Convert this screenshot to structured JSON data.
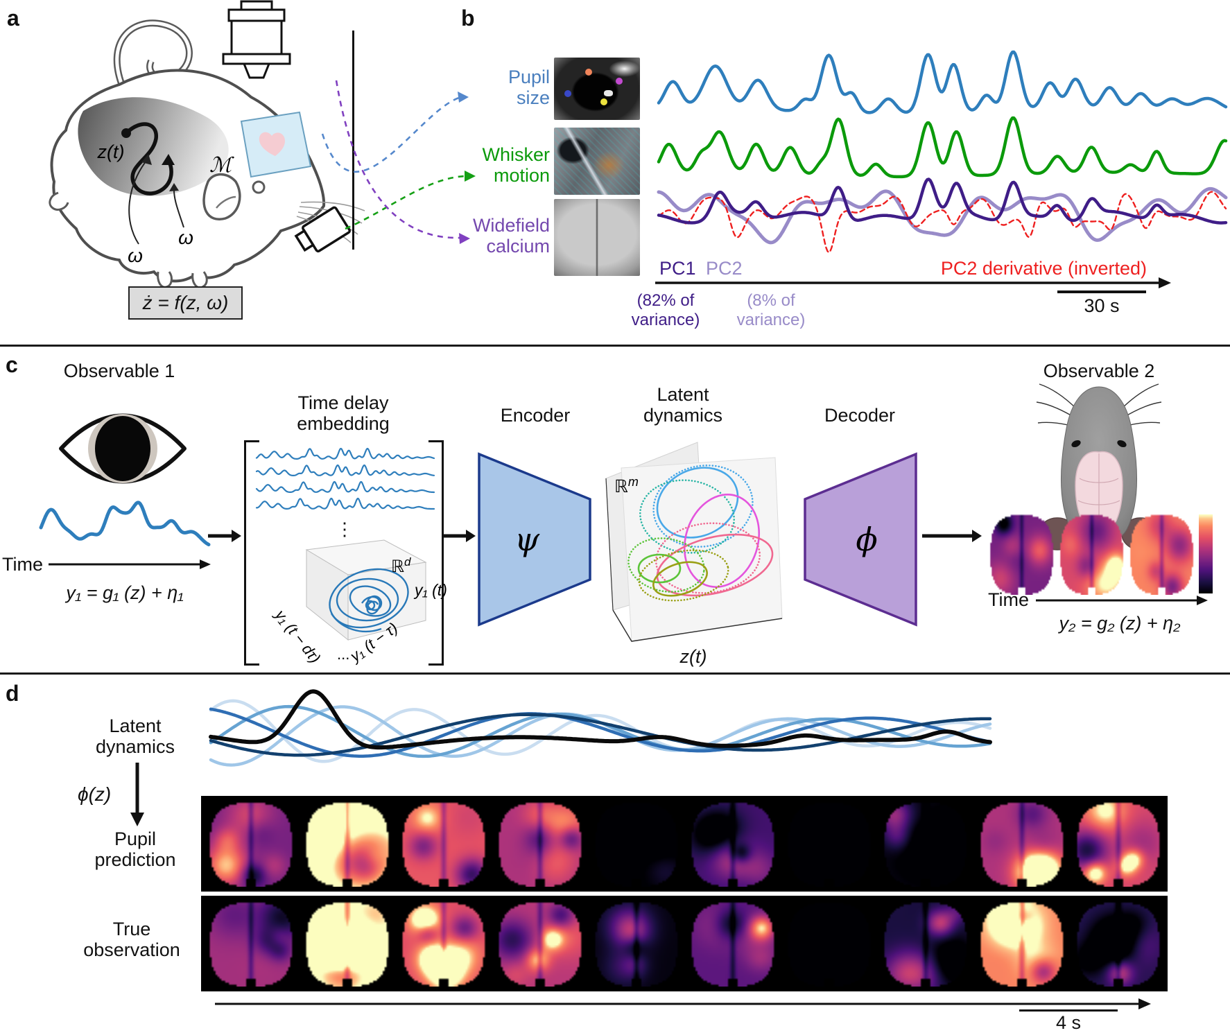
{
  "panel_a": {
    "label": "a",
    "z_of_t": "z(t)",
    "manifold": "ℳ",
    "omega_1": "ω",
    "omega_2": "ω",
    "equation": "ż = f(z, ω)"
  },
  "panel_b": {
    "label": "b",
    "signals": [
      {
        "label": "Pupil size",
        "color": "#4a7fbe"
      },
      {
        "label": "Whisker motion",
        "color": "#0b9a0b"
      },
      {
        "label": "Widefield calcium",
        "color": "#7448ae"
      }
    ],
    "pc1": "PC1",
    "pc2": "PC2",
    "deriv_label": "PC2 derivative (inverted)",
    "variance_pc1": "(82% of variance)",
    "variance_pc2": "(8% of variance)",
    "scale_bar": "30 s"
  },
  "panel_c": {
    "label": "c",
    "observable1": "Observable 1",
    "observable2": "Observable 2",
    "tde_title": "Time delay embedding",
    "encoder": "Encoder",
    "latent": "Latent dynamics",
    "decoder": "Decoder",
    "psi": "ψ",
    "phi": "ϕ",
    "r_base": "ℝ",
    "r_exp_d": "d",
    "r_exp_m": "m",
    "y1t": "y₁ (t)",
    "axis_left": "y₁ (t − dτ)",
    "axis_dots": "...",
    "axis_right": "y₁ (t − τ)",
    "vdots": "⋮",
    "z_of_t": "z(t)",
    "time1": "Time",
    "eq1": "y₁ = g₁ (z) + η₁",
    "time2": "Time",
    "eq2": "y₂ = g₂ (z) + η₂"
  },
  "panel_d": {
    "label": "d",
    "latent": "Latent dynamics",
    "phi_z": "ϕ(z)",
    "pupil_pred": "Pupil prediction",
    "true_obs": "True observation",
    "scale_bar": "4 s"
  },
  "colors": {
    "blue_trace": "#2e7ebc",
    "green_trace": "#0b9a0b",
    "pc1": "#3f1d87",
    "pc2": "#988bc8",
    "deriv": "#ee2020",
    "arrow_blue": "#5588cc",
    "arrow_green": "#15a015",
    "arrow_purple": "#8040c0",
    "encoder_fill": "#a9c6e8",
    "encoder_edge": "#1b3a8c",
    "decoder_fill": "#b9a0d9",
    "decoder_edge": "#5c2d91",
    "eq_box_bg": "#dcdcdc",
    "d_blues": [
      "#c9ddf0",
      "#9fc6e8",
      "#66a3d2",
      "#2f6eb4",
      "#12406e"
    ],
    "d_black": "#0a0a0a",
    "attractor": [
      "#49a8e8",
      "#49a8e8",
      "#2ab5a5",
      "#e455dd",
      "#f06890",
      "#f06890",
      "#5cc43a",
      "#5cc43a",
      "#9aa015",
      "#9aa015"
    ],
    "magma_stops": [
      [
        0,
        [
          0,
          0,
          4
        ]
      ],
      [
        0.14,
        [
          28,
          16,
          68
        ]
      ],
      [
        0.29,
        [
          79,
          18,
          123
        ]
      ],
      [
        0.43,
        [
          129,
          37,
          129
        ]
      ],
      [
        0.57,
        [
          181,
          54,
          122
        ]
      ],
      [
        0.71,
        [
          229,
          80,
          100
        ]
      ],
      [
        0.86,
        [
          251,
          135,
          97
        ]
      ],
      [
        0.95,
        [
          254,
          194,
          135
        ]
      ],
      [
        1,
        [
          252,
          253,
          191
        ]
      ]
    ]
  },
  "traces": {
    "pupil_peaks": [
      [
        0.025,
        0.45,
        0.014
      ],
      [
        0.1,
        0.72,
        0.02
      ],
      [
        0.175,
        0.5,
        0.016
      ],
      [
        0.258,
        0.2,
        0.011
      ],
      [
        0.3,
        0.97,
        0.014
      ],
      [
        0.34,
        0.33,
        0.011
      ],
      [
        0.405,
        0.25,
        0.013
      ],
      [
        0.475,
        1.0,
        0.013
      ],
      [
        0.52,
        0.82,
        0.012
      ],
      [
        0.578,
        0.28,
        0.011
      ],
      [
        0.625,
        1.0,
        0.013
      ],
      [
        0.69,
        0.45,
        0.013
      ],
      [
        0.735,
        0.5,
        0.013
      ],
      [
        0.795,
        0.35,
        0.013
      ],
      [
        0.85,
        0.25,
        0.013
      ],
      [
        0.905,
        0.17,
        0.015
      ],
      [
        0.968,
        0.2,
        0.022
      ]
    ],
    "whisker_peaks": [
      [
        0.018,
        0.5,
        0.013
      ],
      [
        0.075,
        0.3,
        0.011
      ],
      [
        0.107,
        0.72,
        0.015
      ],
      [
        0.172,
        0.52,
        0.013
      ],
      [
        0.232,
        0.48,
        0.013
      ],
      [
        0.287,
        0.2,
        0.01
      ],
      [
        0.317,
        1.0,
        0.013
      ],
      [
        0.383,
        0.22,
        0.011
      ],
      [
        0.475,
        0.95,
        0.013
      ],
      [
        0.525,
        0.78,
        0.012
      ],
      [
        0.625,
        1.0,
        0.013
      ],
      [
        0.703,
        0.3,
        0.012
      ],
      [
        0.763,
        0.45,
        0.012
      ],
      [
        0.832,
        0.14,
        0.011
      ],
      [
        0.878,
        0.38,
        0.01
      ],
      [
        0.998,
        0.6,
        0.015
      ]
    ],
    "pc1_peaks": [
      [
        0.107,
        0.55,
        0.013
      ],
      [
        0.172,
        0.35,
        0.012
      ],
      [
        0.317,
        0.8,
        0.012
      ],
      [
        0.475,
        0.9,
        0.012
      ],
      [
        0.525,
        0.65,
        0.011
      ],
      [
        0.625,
        0.85,
        0.012
      ],
      [
        0.703,
        0.35,
        0.011
      ],
      [
        0.763,
        0.4,
        0.011
      ],
      [
        0.878,
        0.3,
        0.01
      ]
    ],
    "pc1_sins": [
      [
        7.5,
        0.55,
        0.3
      ],
      [
        3.2,
        0.4,
        0.6
      ]
    ],
    "pc2_sins": [
      [
        3.3,
        0.5,
        0.12
      ],
      [
        6.8,
        0.32,
        0.45
      ],
      [
        12.5,
        0.15,
        0.2
      ]
    ],
    "red_sins": [
      [
        6.8,
        0.45,
        0.58
      ],
      [
        12.5,
        0.3,
        0.05
      ],
      [
        20,
        0.15,
        0.8
      ]
    ],
    "red_dips": [
      [
        0.135,
        0.55,
        0.01
      ],
      [
        0.3,
        0.75,
        0.009
      ],
      [
        0.52,
        0.6,
        0.009
      ],
      [
        0.655,
        0.9,
        0.01
      ],
      [
        0.732,
        0.55,
        0.009
      ],
      [
        0.8,
        0.5,
        0.009
      ],
      [
        0.86,
        0.45,
        0.009
      ]
    ],
    "obs1_peaks": [
      [
        0.06,
        0.8,
        0.05
      ],
      [
        0.17,
        0.25,
        0.04
      ],
      [
        0.3,
        0.3,
        0.045
      ],
      [
        0.42,
        0.85,
        0.04
      ],
      [
        0.5,
        0.6,
        0.04
      ],
      [
        0.585,
        0.95,
        0.04
      ],
      [
        0.69,
        0.35,
        0.04
      ],
      [
        0.78,
        0.5,
        0.038
      ],
      [
        0.9,
        0.3,
        0.05
      ]
    ],
    "d_blues": [
      [
        4.3,
        42,
        0.62,
        1.6
      ],
      [
        3.5,
        40,
        0.15,
        1.4
      ],
      [
        2.9,
        36,
        0.45,
        1.2
      ],
      [
        2.3,
        30,
        0.8,
        0.8
      ],
      [
        1.7,
        26,
        0.05,
        0.6
      ]
    ],
    "d_black_peaks": [
      [
        0.132,
        1.0,
        0.028
      ],
      [
        0.58,
        0.14,
        0.03
      ],
      [
        0.76,
        0.12,
        0.025
      ],
      [
        0.945,
        0.16,
        0.022
      ]
    ],
    "d_black_sin": [
      2.1,
      14,
      0.4
    ]
  },
  "brains": {
    "c_levels": [
      0.5,
      0.68,
      0.8
    ],
    "d_row1": [
      0.5,
      0.97,
      0.72,
      0.6,
      0.22,
      0.4,
      0.2,
      0.25,
      0.6,
      0.68
    ],
    "d_row2": [
      0.58,
      0.95,
      0.7,
      0.62,
      0.25,
      0.45,
      0.2,
      0.32,
      0.8,
      0.35
    ]
  }
}
